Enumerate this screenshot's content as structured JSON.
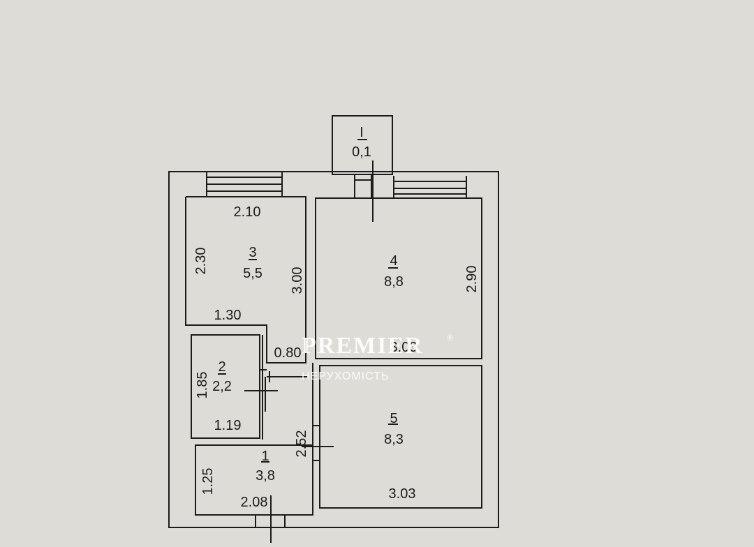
{
  "rooms": [
    {
      "id": "I",
      "number": "I",
      "area": "0,1"
    },
    {
      "id": "1",
      "number": "1",
      "area": "3,8"
    },
    {
      "id": "2",
      "number": "2",
      "area": "2,2"
    },
    {
      "id": "3",
      "number": "3",
      "area": "5,5"
    },
    {
      "id": "4",
      "number": "4",
      "area": "8,8"
    },
    {
      "id": "5",
      "number": "5",
      "area": "8,3"
    }
  ],
  "dimensions": {
    "room3_top": "2.10",
    "room3_left": "2.30",
    "room3_right": "3.00",
    "room3_bottom": "1.30",
    "room4_right": "2.90",
    "room4_bottom": "3.03",
    "door_width": "0.80",
    "room2_left": "1.85",
    "room2_bottom": "1.19",
    "corridor": "2.52",
    "room1_left": "1.25",
    "room1_bottom": "2.08",
    "room5_bottom": "3.03"
  },
  "watermark": {
    "brand": "PREMIER",
    "brand_mark": "®",
    "subtitle": "НЕРУХОМІСТЬ"
  },
  "colors": {
    "paper": "#d9d8d1",
    "wall": "#1c1c1c",
    "watermark": "#ffffff"
  }
}
